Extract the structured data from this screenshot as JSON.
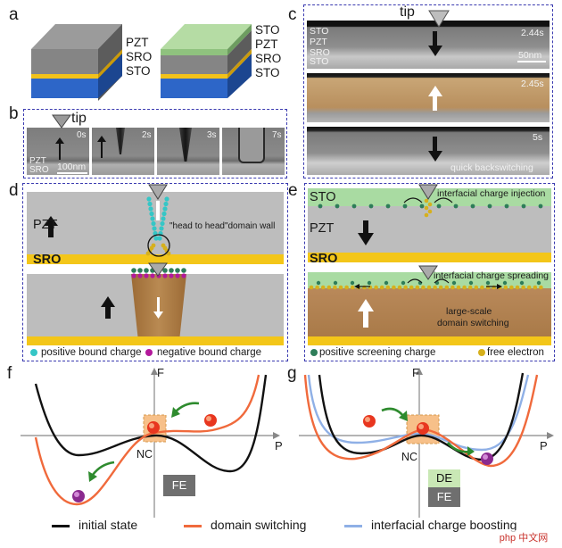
{
  "panels": {
    "a": "a",
    "b": "b",
    "c": "c",
    "d": "d",
    "e": "e",
    "f": "f",
    "g": "g"
  },
  "panel_a": {
    "left_stack": [
      "PZT",
      "SRO",
      "STO"
    ],
    "right_stack": [
      "STO",
      "PZT",
      "SRO",
      "STO"
    ]
  },
  "panel_b": {
    "tip": "tip",
    "times": [
      "0s",
      "2s",
      "3s",
      "7s"
    ],
    "layers": [
      "PZT",
      "SRO"
    ],
    "scale": "100nm"
  },
  "panel_c": {
    "tip": "tip",
    "layers": [
      "STO",
      "PZT",
      "SRO",
      "STO"
    ],
    "times": [
      "2.44s",
      "2.45s",
      "5s"
    ],
    "scale": "50nm",
    "caption": "quick backswitching"
  },
  "panel_d": {
    "pzt": "PZT",
    "sro": "SRO",
    "wall_label": "\"head to head\"domain wall",
    "legend_positive": "positive bound charge",
    "legend_negative": "negative bound charge"
  },
  "panel_e": {
    "sto": "STO",
    "pzt": "PZT",
    "sro": "SRO",
    "injection": "interfacial charge injection",
    "spreading": "interfacial charge spreading",
    "switching": [
      "large-scale",
      "domain switching"
    ],
    "legend_screening": "positive screening charge",
    "legend_electron": "free electron"
  },
  "panel_f": {
    "y_axis": "F",
    "x_axis": "P",
    "nc": "NC",
    "box": "FE"
  },
  "panel_g": {
    "y_axis": "F",
    "x_axis": "P",
    "nc": "NC",
    "box_top": "DE",
    "box_bottom": "FE"
  },
  "legend": {
    "initial": "initial state",
    "switching": "domain switching",
    "boosting": "interfacial charge boosting"
  },
  "watermark": "php 中文网",
  "colors": {
    "initial": "#111111",
    "switching": "#f06a3c",
    "boosting": "#8fb0e6",
    "sro": "#f3c619",
    "sto": "#2d66c8",
    "pzt": "#bdbdbd",
    "sto_top": "#a9dba2",
    "domain": "#b5844f",
    "frame": "#3a3ab0"
  }
}
